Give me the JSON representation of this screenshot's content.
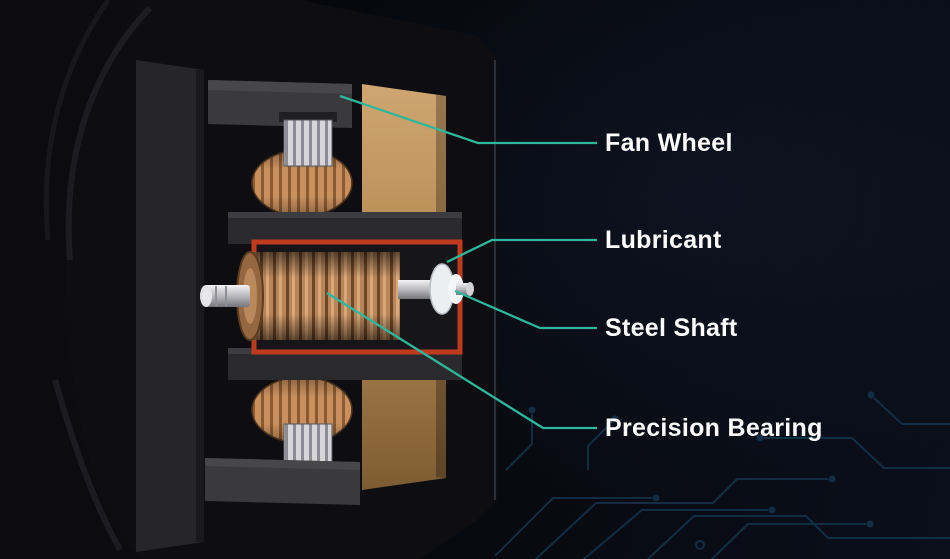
{
  "diagram": {
    "accent_color": "#2fb79c",
    "background_color": "#070a10",
    "palette": {
      "copper": "#b9865c",
      "steel": "#d9d9de",
      "bearing_red": "#c03a1e",
      "fan_hub_tan": "#b68a52",
      "frame_dark": "#26262a",
      "circuit_trace": "#1b4a6b",
      "label_text": "#ffffff"
    },
    "labels": [
      {
        "id": "fan-wheel",
        "text": "Fan Wheel"
      },
      {
        "id": "lubricant",
        "text": "Lubricant"
      },
      {
        "id": "steel-shaft",
        "text": "Steel Shaft"
      },
      {
        "id": "precision-bearing",
        "text": "Precision Bearing"
      }
    ]
  }
}
